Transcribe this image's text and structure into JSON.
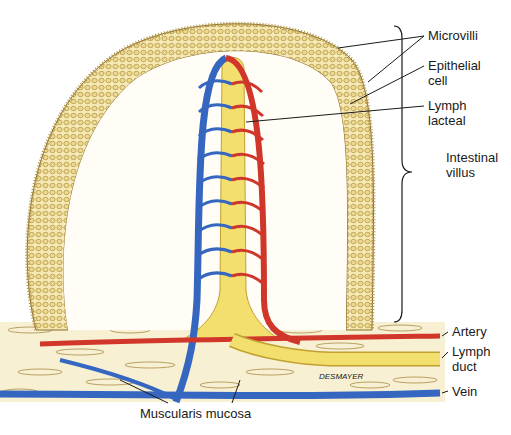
{
  "diagram": {
    "labels": [
      "Microvilli",
      "Epithelial cell",
      "Lymph lacteal",
      "Intestinal villus",
      "Artery",
      "Lymph duct",
      "Vein",
      "Muscularis mucosa",
      "DESMAYER"
    ]
  }
}
